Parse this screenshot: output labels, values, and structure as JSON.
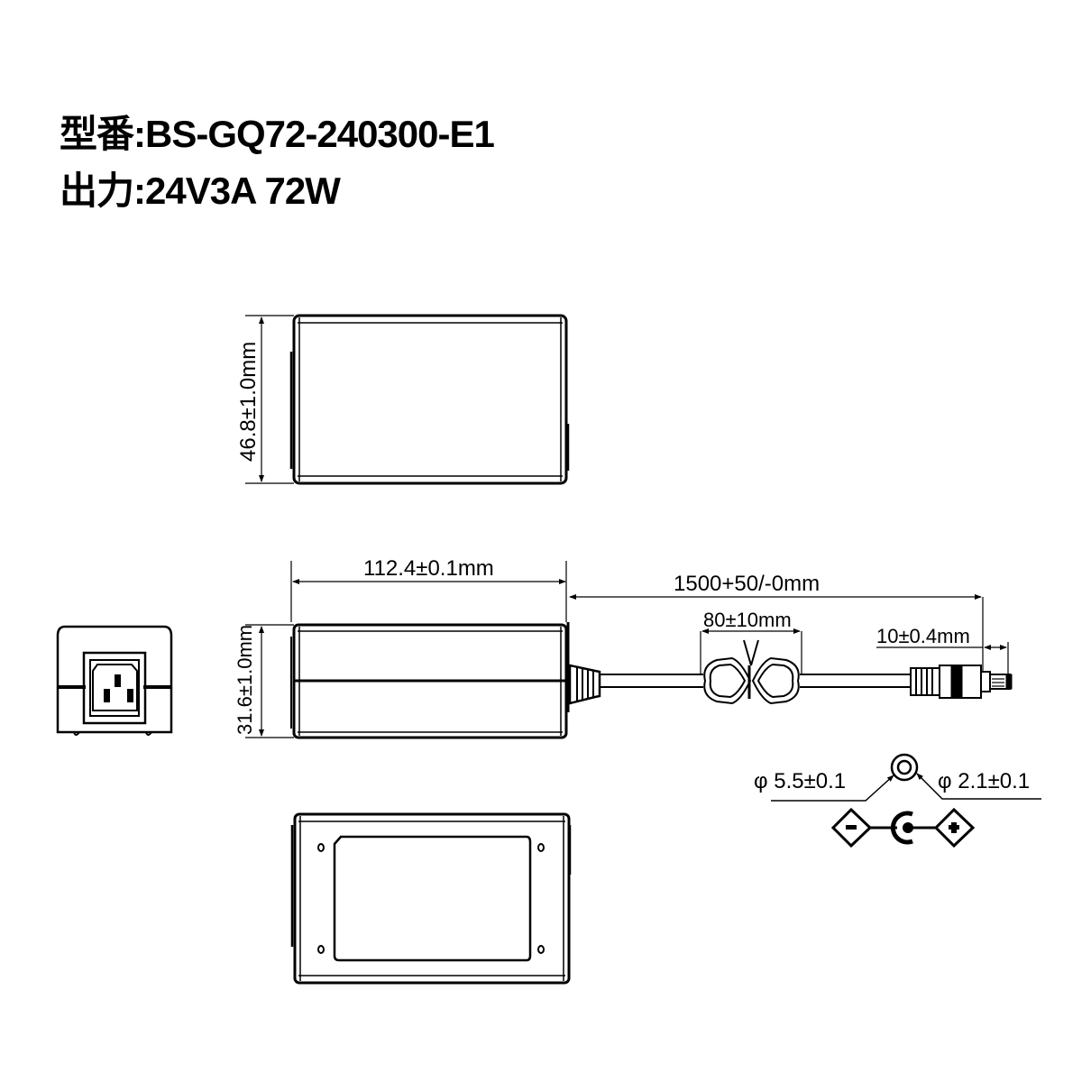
{
  "header": {
    "model_line": "型番:BS-GQ72-240300-E1",
    "output_line": "出力:24V3A 72W"
  },
  "dimensions": {
    "height_top_view": "46.8±1.0mm",
    "length": "112.4±0.1mm",
    "thickness": "31.6±1.0mm",
    "cable_length": "1500+50/-0mm",
    "cable_tie": "80±10mm",
    "plug_length": "10±0.4mm",
    "plug_outer_diameter": "φ 5.5±0.1",
    "plug_inner_diameter": "φ 2.1±0.1"
  },
  "views": [
    {
      "name": "top-view"
    },
    {
      "name": "end-view-ac-inlet",
      "connector": "IEC C14 inlet"
    },
    {
      "name": "side-view-with-cable"
    },
    {
      "name": "bottom-view-with-label"
    }
  ],
  "polarity": {
    "outer": "-",
    "center": "+"
  },
  "colors": {
    "line": "#000000",
    "background": "#ffffff"
  }
}
